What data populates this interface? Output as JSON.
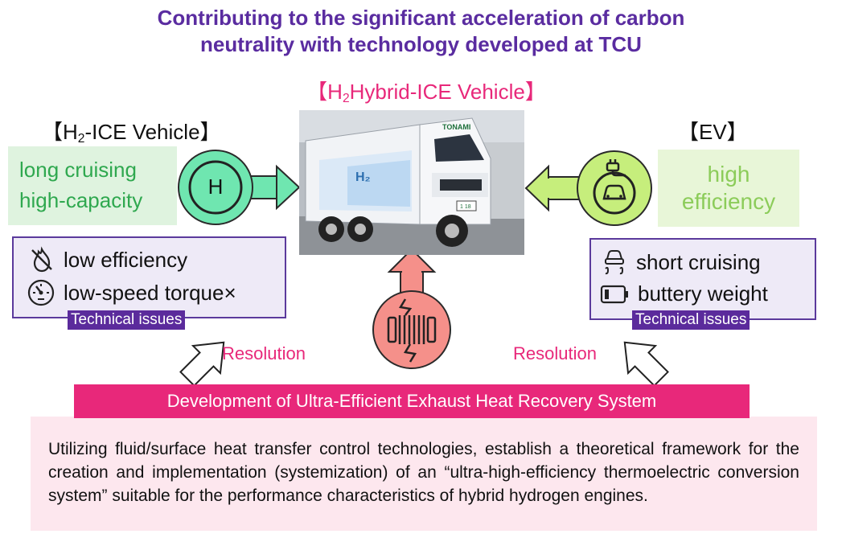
{
  "title": {
    "line1": "Contributing to the significant acceleration of carbon",
    "line2": "neutrality with technology developed at TCU"
  },
  "hybrid_vehicle": {
    "pre": "【H",
    "sub": "2",
    "post": "Hybrid-ICE Vehicle】"
  },
  "h2_ice_vehicle": {
    "pre": "【H",
    "sub": "2",
    "post": "-ICE Vehicle】"
  },
  "ev": {
    "label": "【EV】"
  },
  "h2_strengths": {
    "line1": "long cruising",
    "line2": "high-capacity"
  },
  "ev_strengths": {
    "line1": "high",
    "line2": "efficiency"
  },
  "h2_icon_letter": "H",
  "truck_text": {
    "brand": "TONAMI",
    "plate": "1 18"
  },
  "left_issues": {
    "items": [
      "low efficiency",
      "low-speed torque×"
    ],
    "tag": "Technical issues"
  },
  "right_issues": {
    "items": [
      "short cruising",
      "buttery weight"
    ],
    "tag": "Technical issues"
  },
  "resolution_left": "Resolution",
  "resolution_right": "Resolution",
  "development_title": "Development of Ultra-Efficient Exhaust Heat Recovery System",
  "description": "Utilizing fluid/surface heat transfer control technologies, establish a theoretical framework for the creation and implementation (systemization) of an “ultra-high-efficiency thermoelectric conversion system” suitable for the performance characteristics of hybrid hydrogen engines.",
  "colors": {
    "title": "#5a2ca0",
    "accent_pink": "#e8287a",
    "h2_green": "#2fa84f",
    "ev_green": "#8ccc5a",
    "issue_purple": "#5b2b9c",
    "salmon": "#f5908a"
  },
  "icons": [
    "hydrogen-icon",
    "ev-plug-car-icon",
    "no-fire-icon",
    "speedometer-icon",
    "skid-car-icon",
    "battery-icon",
    "thermoelectric-icon"
  ]
}
